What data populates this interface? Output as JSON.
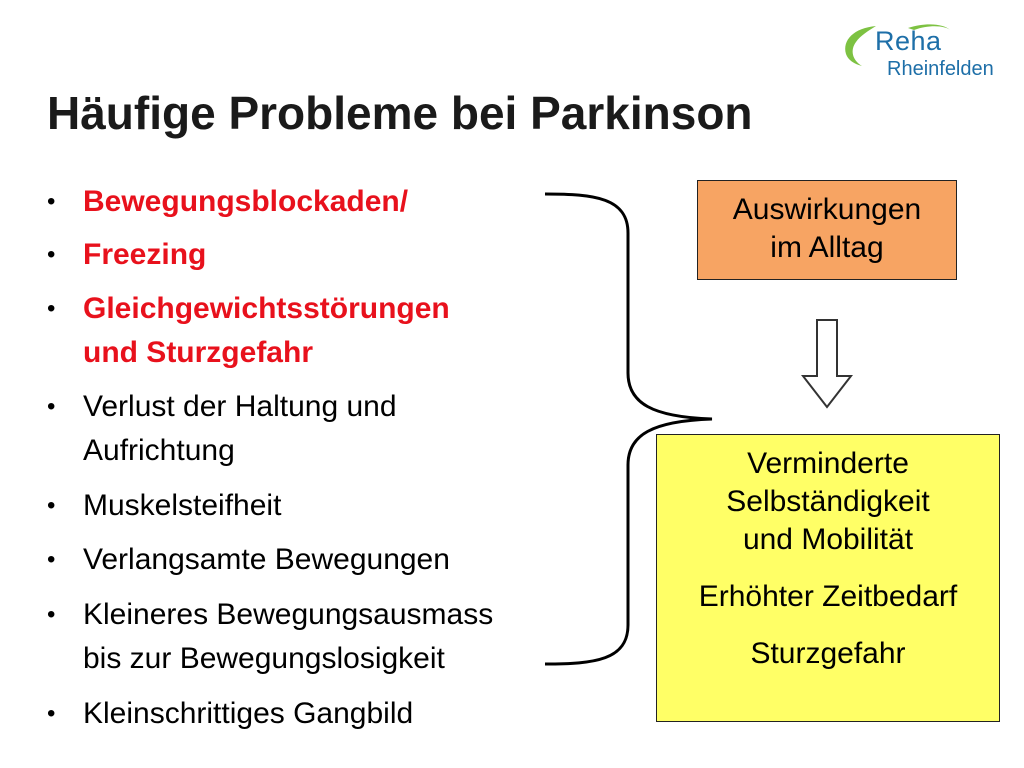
{
  "logo": {
    "line1": "Reha",
    "line2": "Rheinfelden",
    "color": "#1e6fa8",
    "swoosh_color": "#7dc242"
  },
  "slide": {
    "title": "Häufige Probleme bei Parkinson"
  },
  "bullets": [
    {
      "lines": [
        "Bewegungsblockaden/"
      ],
      "emphasis": true
    },
    {
      "lines": [
        "Freezing"
      ],
      "emphasis": true
    },
    {
      "lines": [
        "Gleichgewichtsstörungen",
        "und Sturzgefahr"
      ],
      "emphasis": true
    },
    {
      "lines": [
        "Verlust der Haltung und",
        "Aufrichtung"
      ],
      "emphasis": false
    },
    {
      "lines": [
        "Muskelsteifheit"
      ],
      "emphasis": false
    },
    {
      "lines": [
        "Verlangsamte Bewegungen"
      ],
      "emphasis": false
    },
    {
      "lines": [
        "Kleineres Bewegungsausmass",
        "bis zur Bewegungslosigkeit"
      ],
      "emphasis": false
    },
    {
      "lines": [
        "Kleinschrittiges Gangbild"
      ],
      "emphasis": false
    }
  ],
  "bullet_glyph": "•",
  "impact_box": {
    "lines": [
      "Auswirkungen",
      "im Alltag"
    ],
    "color": "#f7a463"
  },
  "consequence_box": {
    "group1": [
      "Verminderte",
      "Selbständigkeit",
      "und Mobilität"
    ],
    "item2": "Erhöhter Zeitbedarf",
    "item3": "Sturzgefahr",
    "color": "#ffff66"
  },
  "colors": {
    "emphasis_text": "#e8111c",
    "title_text": "#1a1a1a"
  }
}
